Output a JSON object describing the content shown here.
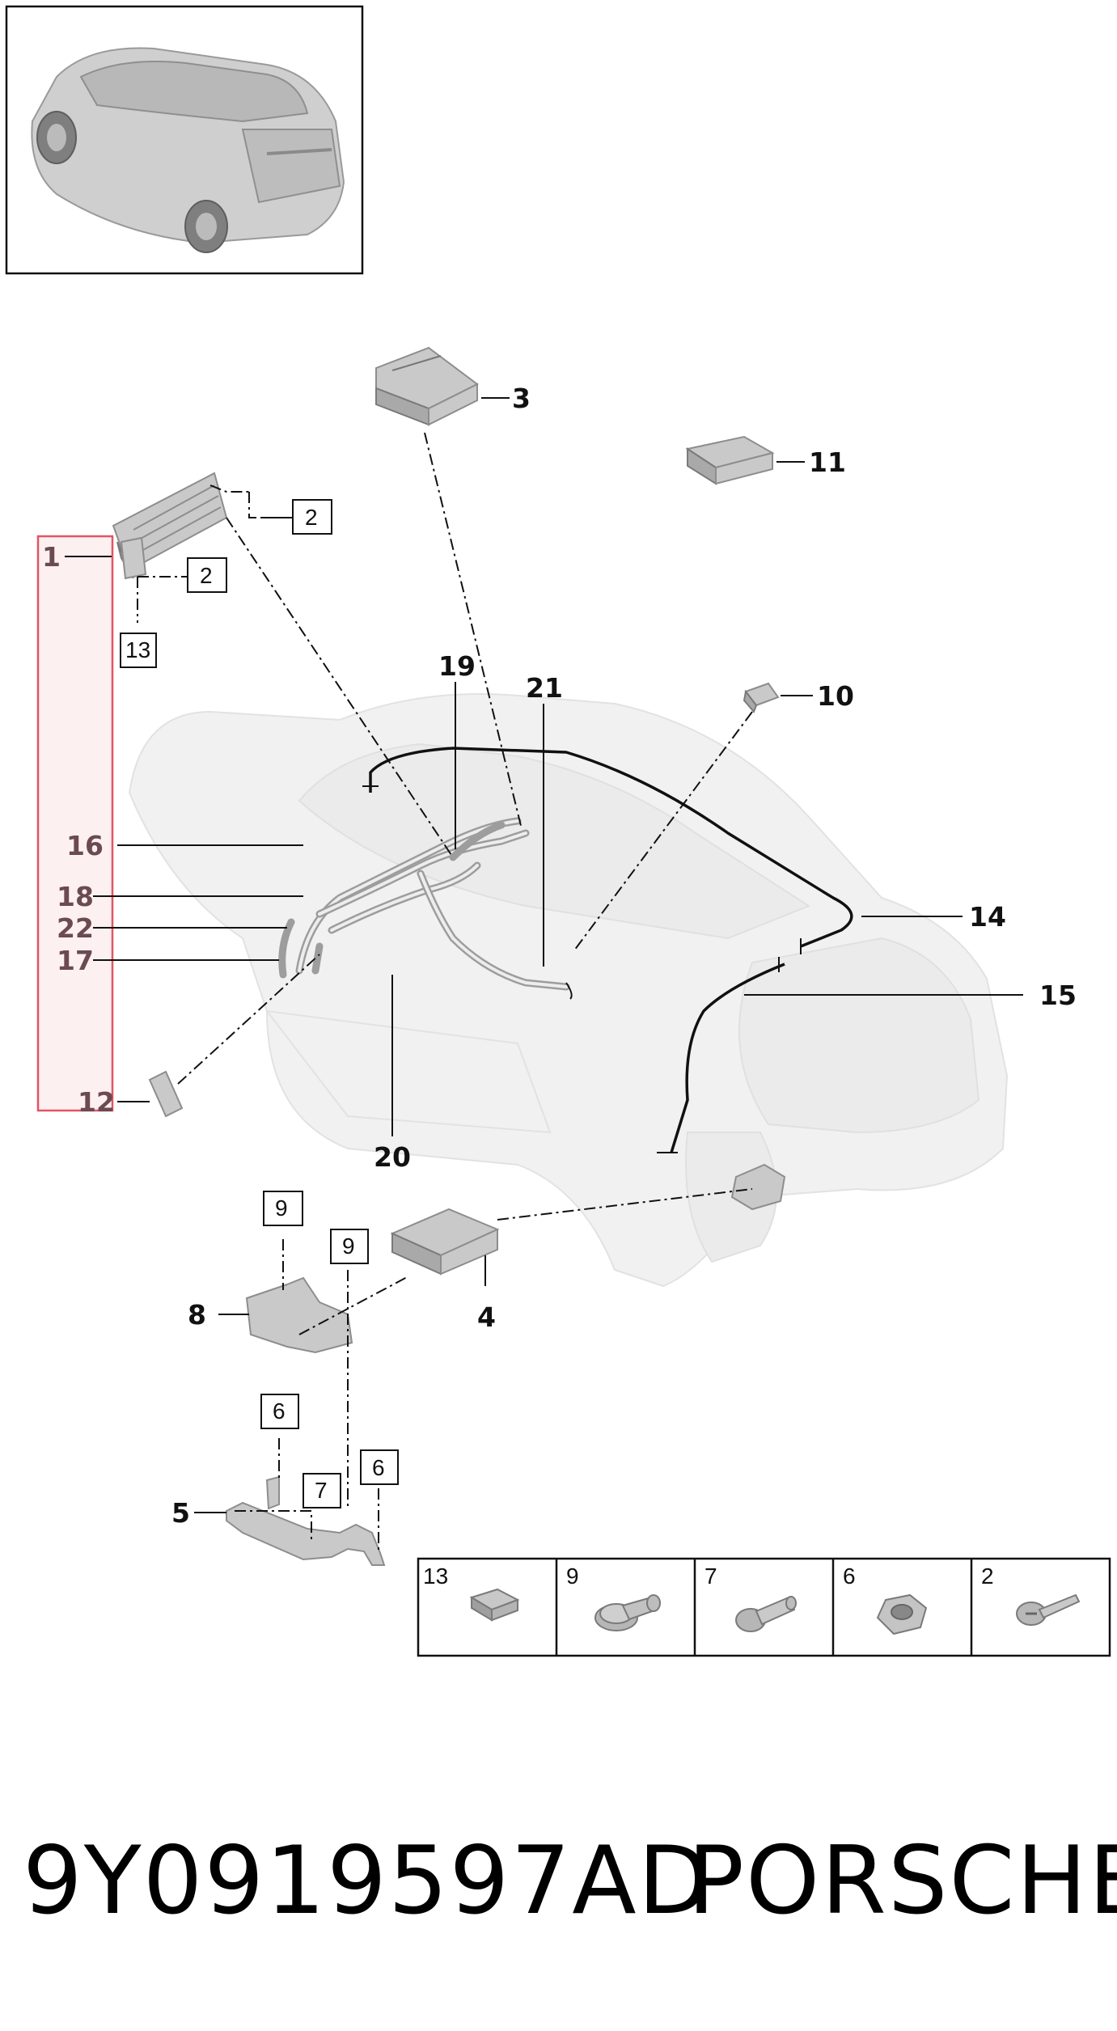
{
  "callouts": [
    {
      "id": "c1",
      "text": "1"
    },
    {
      "id": "c2a",
      "text": "2"
    },
    {
      "id": "c2b",
      "text": "2"
    },
    {
      "id": "c3",
      "text": "3"
    },
    {
      "id": "c4",
      "text": "4"
    },
    {
      "id": "c5",
      "text": "5"
    },
    {
      "id": "c6a",
      "text": "6"
    },
    {
      "id": "c6b",
      "text": "6"
    },
    {
      "id": "c7",
      "text": "7"
    },
    {
      "id": "c8",
      "text": "8"
    },
    {
      "id": "c9a",
      "text": "9"
    },
    {
      "id": "c9b",
      "text": "9"
    },
    {
      "id": "c10",
      "text": "10"
    },
    {
      "id": "c11",
      "text": "11"
    },
    {
      "id": "c12",
      "text": "12"
    },
    {
      "id": "c13",
      "text": "13"
    },
    {
      "id": "c14",
      "text": "14"
    },
    {
      "id": "c15",
      "text": "15"
    },
    {
      "id": "c16",
      "text": "16"
    },
    {
      "id": "c17",
      "text": "17"
    },
    {
      "id": "c18",
      "text": "18"
    },
    {
      "id": "c19",
      "text": "19"
    },
    {
      "id": "c20",
      "text": "20"
    },
    {
      "id": "c21",
      "text": "21"
    },
    {
      "id": "c22",
      "text": "22"
    }
  ],
  "legend": [
    {
      "number": "13",
      "part": "pad-icon"
    },
    {
      "number": "9",
      "part": "clip-icon"
    },
    {
      "number": "7",
      "part": "stud-icon"
    },
    {
      "number": "6",
      "part": "nut-icon"
    },
    {
      "number": "2",
      "part": "screw-icon"
    }
  ],
  "footer": {
    "part_number": "9Y0919597AD",
    "brand": "PORSCHE"
  },
  "colors": {
    "highlight_fill": "#fbe3e6",
    "highlight_stroke": "#e25563",
    "lines": "#111111",
    "ghost_car": "#f1f1f1",
    "parts": "#c9c9c9"
  }
}
